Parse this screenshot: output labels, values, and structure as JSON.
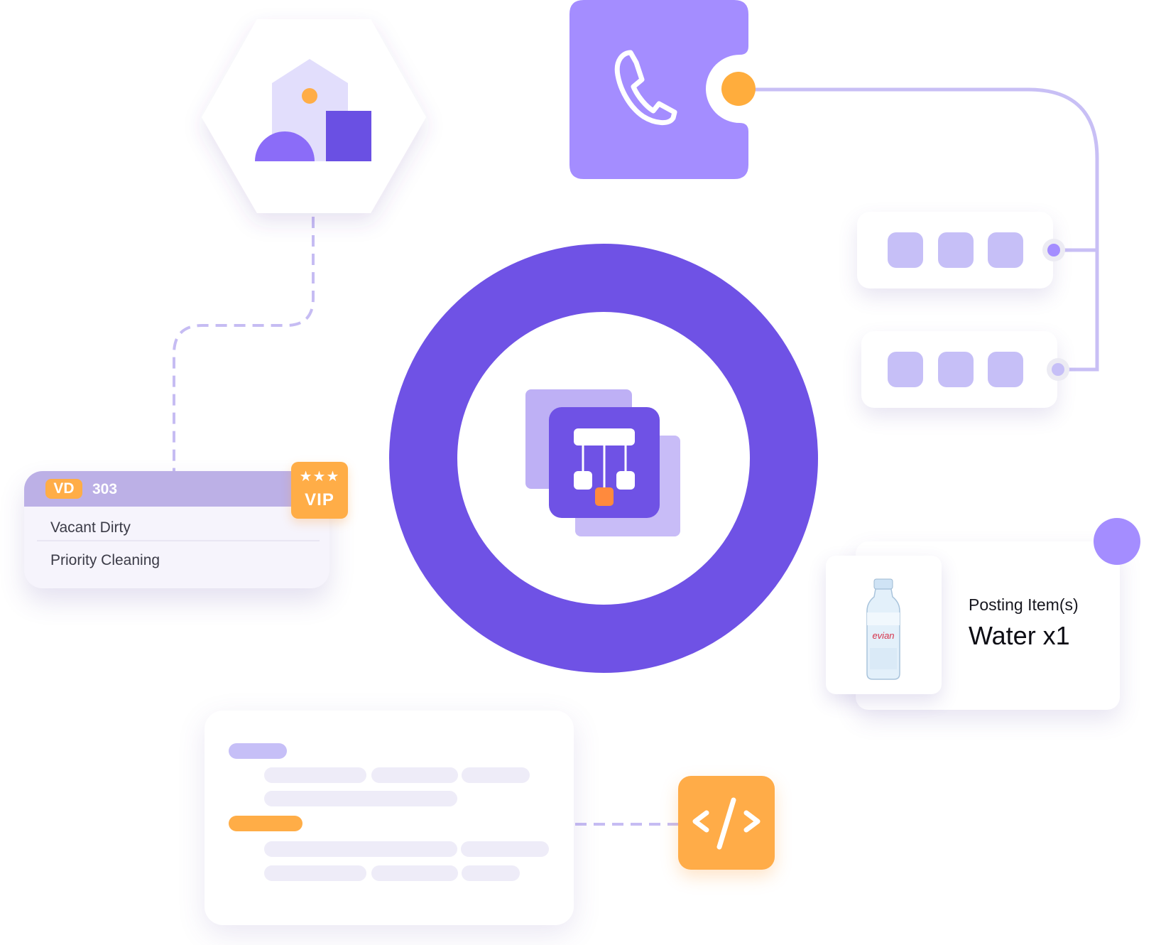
{
  "room_card": {
    "status_code": "VD",
    "room_number": "303",
    "status_text": "Vacant Dirty",
    "task_text": "Priority Cleaning"
  },
  "vip_badge": {
    "stars": "★★★",
    "label": "VIP"
  },
  "posting_card": {
    "label": "Posting Item(s)",
    "value": "Water x1",
    "product_brand": "evian"
  },
  "code_button": {
    "glyph": "</>"
  },
  "colors": {
    "brand_purple": "#6f52e5",
    "light_purple": "#a48dff",
    "lavender": "#c6bff7",
    "orange": "#ffad47"
  },
  "icons": [
    "hotel-icon",
    "phone-icon",
    "hierarchy-icon",
    "code-icon",
    "water-bottle-icon"
  ]
}
